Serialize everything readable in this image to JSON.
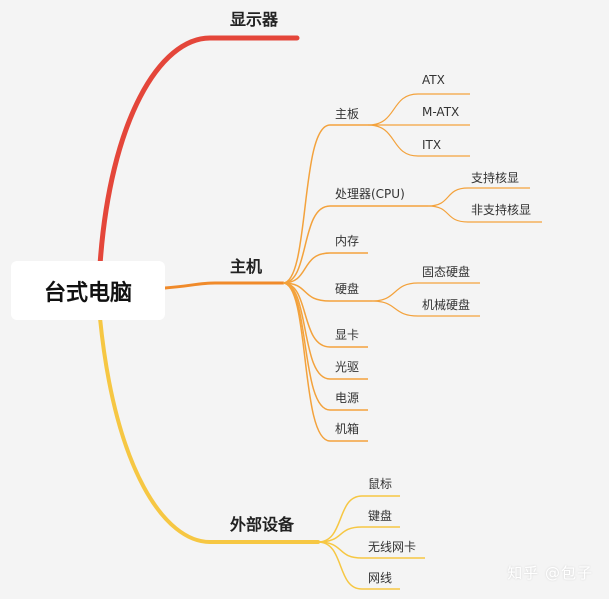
{
  "root": "台式电脑",
  "branches": {
    "monitor": {
      "label": "显示器",
      "color": "#e4463a"
    },
    "host": {
      "label": "主机",
      "color": "#f08a2a",
      "children": {
        "motherboard": {
          "label": "主板",
          "children": [
            "ATX",
            "M-ATX",
            "ITX"
          ]
        },
        "cpu": {
          "label": "处理器(CPU)",
          "children": [
            "支持核显",
            "非支持核显"
          ]
        },
        "memory": {
          "label": "内存"
        },
        "disk": {
          "label": "硬盘",
          "children": [
            "固态硬盘",
            "机械硬盘"
          ]
        },
        "gpu": {
          "label": "显卡"
        },
        "optical": {
          "label": "光驱"
        },
        "psu": {
          "label": "电源"
        },
        "case": {
          "label": "机箱"
        }
      }
    },
    "peripherals": {
      "label": "外部设备",
      "color": "#f6c743",
      "children": [
        "鼠标",
        "键盘",
        "无线网卡",
        "网线"
      ]
    }
  },
  "watermark": "知乎 @包子"
}
